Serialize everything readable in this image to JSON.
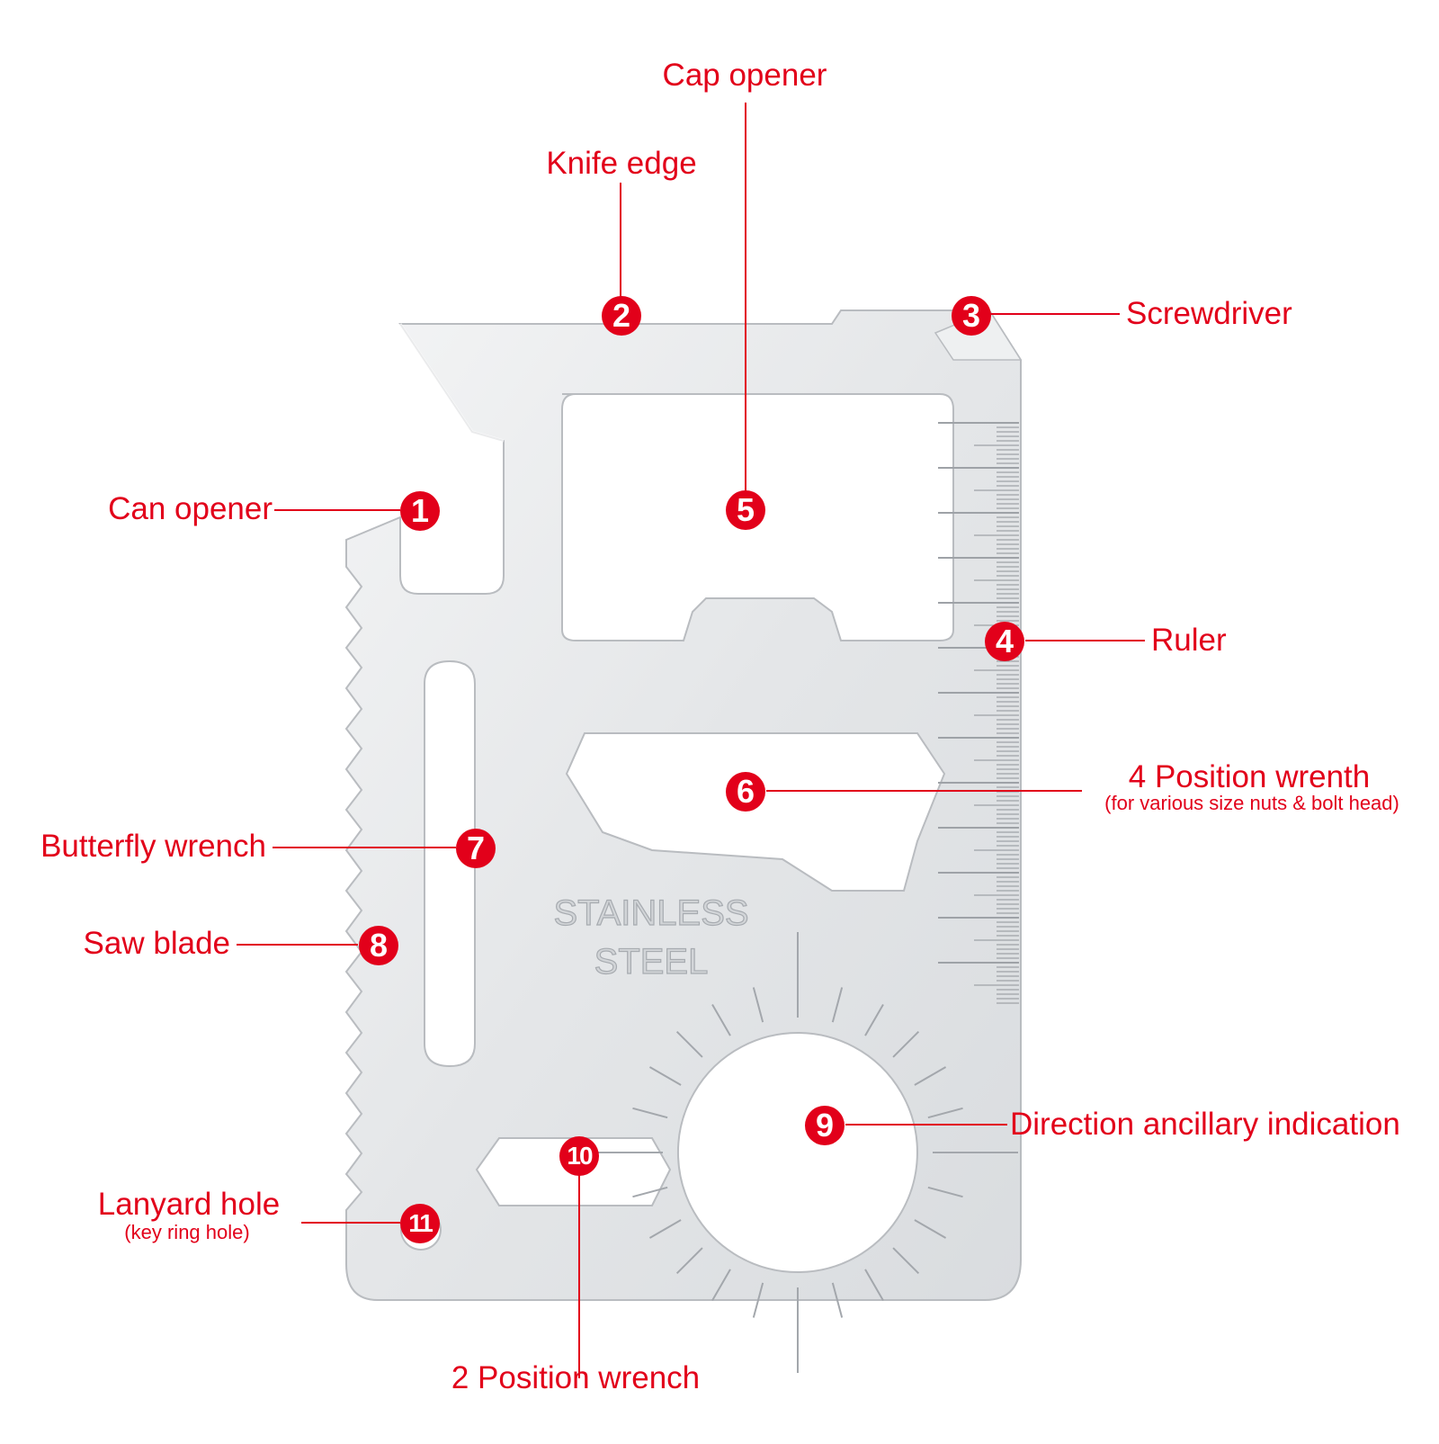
{
  "colors": {
    "accent": "#e2001a",
    "steel": "#e6e8ea",
    "steel_edge": "#b9bcc0"
  },
  "card_text": {
    "line1": "STAINLESS",
    "line2": "STEEL"
  },
  "callouts": [
    {
      "number": "1",
      "label": "Can opener",
      "sublabel": ""
    },
    {
      "number": "2",
      "label": "Knife edge",
      "sublabel": ""
    },
    {
      "number": "3",
      "label": "Screwdriver",
      "sublabel": ""
    },
    {
      "number": "4",
      "label": "Ruler",
      "sublabel": ""
    },
    {
      "number": "5",
      "label": "Cap opener",
      "sublabel": ""
    },
    {
      "number": "6",
      "label": "4 Position wrenth",
      "sublabel": "(for various size nuts & bolt head)"
    },
    {
      "number": "7",
      "label": "Butterfly wrench",
      "sublabel": ""
    },
    {
      "number": "8",
      "label": "Saw blade",
      "sublabel": ""
    },
    {
      "number": "9",
      "label": "Direction ancillary indication",
      "sublabel": ""
    },
    {
      "number": "10",
      "label": "2 Position wrench",
      "sublabel": ""
    },
    {
      "number": "11",
      "label": "Lanyard hole",
      "sublabel": "(key ring hole)"
    }
  ]
}
